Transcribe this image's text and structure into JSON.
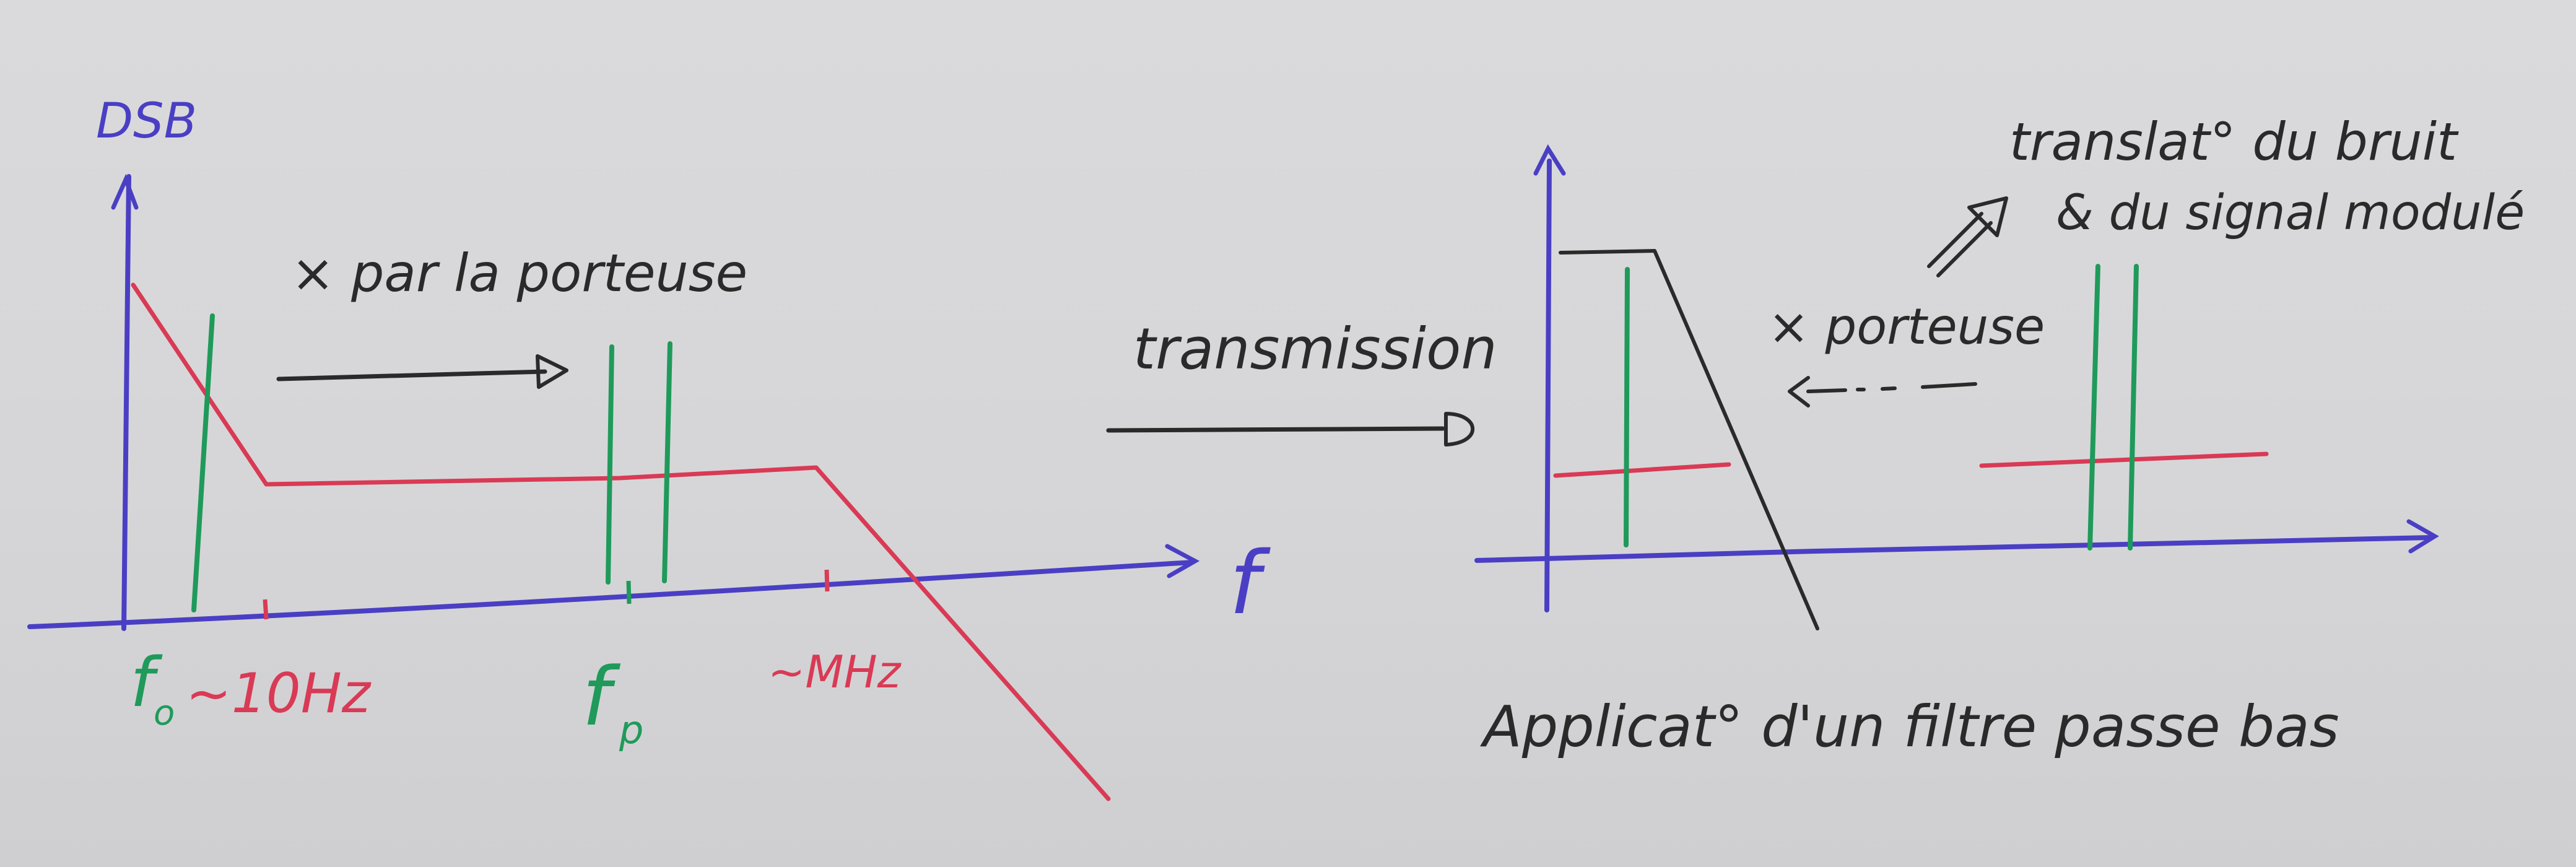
{
  "left_plot": {
    "y_label": "DSB",
    "x_label": "f",
    "ticks": {
      "f0": "f",
      "f0_sub": "o",
      "ten_hz": "~10Hz",
      "fp": "f",
      "fp_sub": "p",
      "mhz": "~MHz"
    },
    "arrow_label": "× par la porteuse"
  },
  "transmission_label": "transmission",
  "right_plot": {
    "carrier_label": "× porteuse",
    "translation_line1": "translat° du bruit",
    "translation_line2": "& du signal modulé",
    "filter_caption": "Applicat° d'un filtre passe bas"
  },
  "colors": {
    "axis": "#4a3fc4",
    "noise": "#d93a55",
    "signal": "#1f9a5a",
    "ink": "#2a2a2a"
  }
}
